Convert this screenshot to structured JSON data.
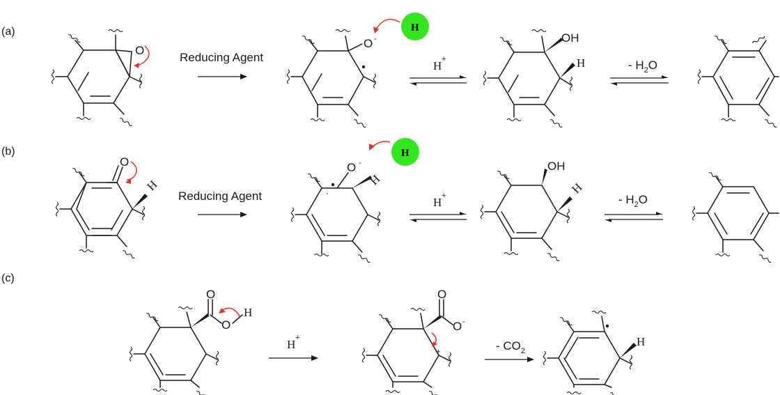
{
  "panels": {
    "a": {
      "label": "(a)",
      "step1_reagent": "Reducing Agent",
      "step2_reagent_base": "H",
      "step2_reagent_sup": "+",
      "step3_reagent_prefix": "- H",
      "step3_reagent_sub": "2",
      "step3_reagent_suffix": "O",
      "h_atom_label": "H"
    },
    "b": {
      "label": "(b)",
      "step1_reagent": "Reducing Agent",
      "step2_reagent_base": "H",
      "step2_reagent_sup": "+",
      "step3_reagent_prefix": "- H",
      "step3_reagent_sub": "2",
      "step3_reagent_suffix": "O",
      "h_atom_label": "H"
    },
    "c": {
      "label": "(c)",
      "step1_reagent_base": "H",
      "step1_reagent_sup": "+",
      "step2_reagent_prefix": "- CO",
      "step2_reagent_sub": "2"
    }
  },
  "atoms": {
    "oxygen": "O",
    "hydroxyl": "OH",
    "hydrogen": "H",
    "oxide_charge": "-",
    "carbocation_charge": "+"
  },
  "colors": {
    "curly_arrow": "#e4332a",
    "hydrogen_atom_ball": "#33e61f",
    "bond": "#1a1a1a"
  }
}
